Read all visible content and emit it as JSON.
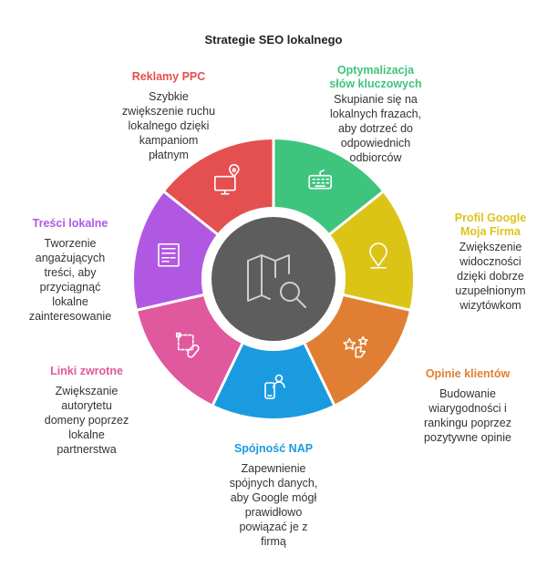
{
  "title": "Strategie SEO lokalnego",
  "center_icon": "map-search-icon",
  "segments": [
    {
      "heading": "Optymalizacja\nsłów kluczowych",
      "text": "Skupianie się na\nlokalnych frazach,\naby dotrzeć do\nodpowiednich\nodbiorców",
      "color": "#3fc47e",
      "icon": "keyboard-icon"
    },
    {
      "heading": "Profil Google\nMoja Firma",
      "text": "Zwiększenie\nwidoczności\ndzięki dobrze\nuzupełnionym\nwizytówkom",
      "color": "#dcc417",
      "icon": "map-pin-icon"
    },
    {
      "heading": "Opinie klientów",
      "text": "Budowanie\nwiarygodności i\nrankingu poprzez\npozytywne opinie",
      "color": "#e07f33",
      "icon": "stars-review-icon"
    },
    {
      "heading": "Spójność NAP",
      "text": "Zapewnienie\nspójnych danych,\naby Google mógł\nprawidłowo\npowiązać je z\nfirmą",
      "color": "#1a9be0",
      "icon": "phone-contact-icon"
    },
    {
      "heading": "Linki zwrotne",
      "text": "Zwiększanie\nautorytetu\ndomeny poprzez\nlokalne\npartnerstwa",
      "color": "#e0589e",
      "icon": "link-icon"
    },
    {
      "heading": "Treści lokalne",
      "text": "Tworzenie\nangażujących\ntreści, aby\nprzyciągnąć\nlokalne\nzainteresowanie",
      "color": "#b158e3",
      "icon": "article-icon"
    },
    {
      "heading": "Reklamy PPC",
      "text": "Szybkie\nzwiększenie ruchu\nlokalnego dzięki\nkampaniom\npłatnym",
      "color": "#e44f4f",
      "icon": "monitor-location-icon"
    }
  ]
}
